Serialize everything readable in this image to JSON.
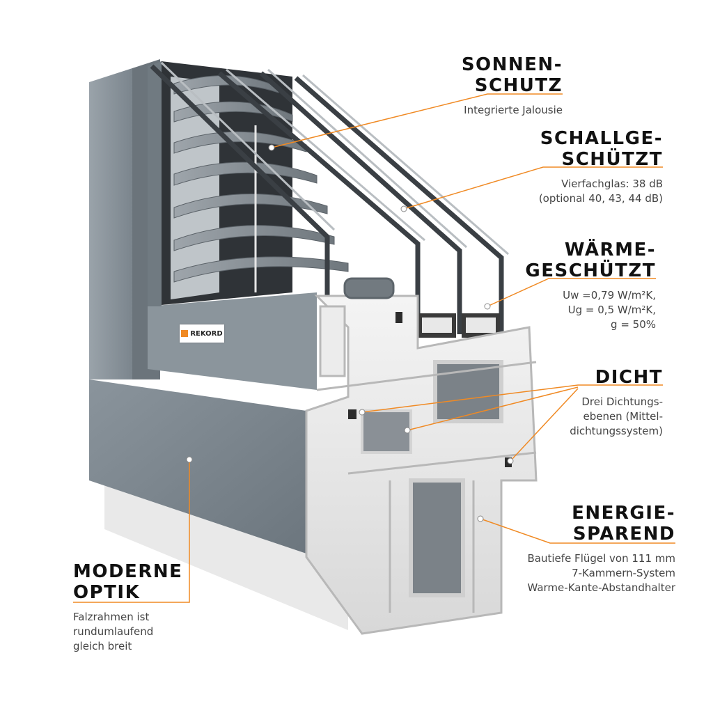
{
  "logo": {
    "text": "REKORD"
  },
  "accent_color": "#f08a24",
  "callouts": {
    "sonnenschutz": {
      "title": [
        "SONNEN-",
        "SCHUTZ"
      ],
      "desc": [
        "Integrierte Jalousie"
      ]
    },
    "schallgeschuetzt": {
      "title": [
        "SCHALLGE-",
        "SCHÜTZT"
      ],
      "desc": [
        "Vierfachglas: 38 dB",
        "(optional 40, 43, 44 dB)"
      ]
    },
    "waermegeschuetzt": {
      "title": [
        "WÄRME-",
        "GESCHÜTZT"
      ],
      "desc": [
        "Uw =0,79 W/m²K,",
        "Ug = 0,5 W/m²K,",
        "g = 50%"
      ]
    },
    "dicht": {
      "title": [
        "DICHT"
      ],
      "desc": [
        "Drei Dichtungs-",
        "ebenen (Mittel-",
        "dichtungssystem)"
      ]
    },
    "energiesparend": {
      "title": [
        "ENERGIE-",
        "SPAREND"
      ],
      "desc": [
        "Bautiefe Flügel von 111 mm",
        "7-Kammern-System",
        "Warme-Kante-Abstandhalter"
      ]
    },
    "moderneoptik": {
      "title": [
        "MODERNE",
        "OPTIK"
      ],
      "desc": [
        "Falzrahmen ist",
        "rundumlaufend",
        "gleich breit"
      ]
    }
  }
}
